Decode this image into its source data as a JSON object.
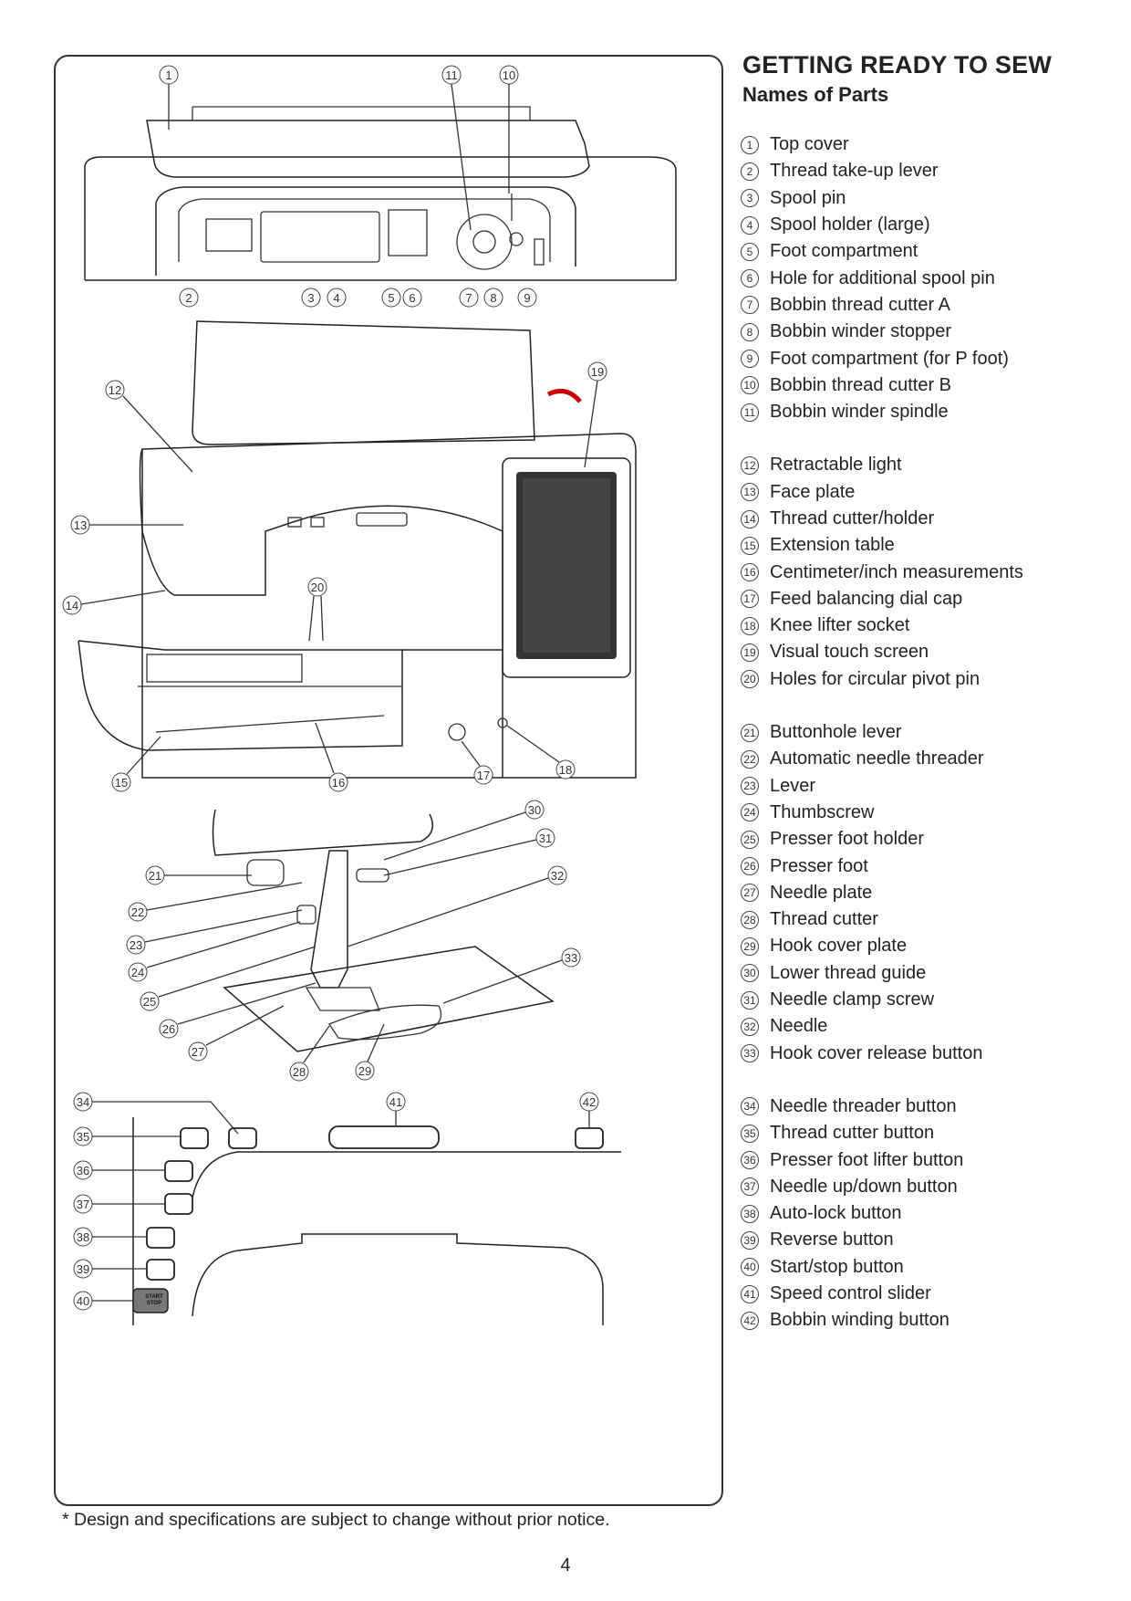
{
  "header": {
    "title": "GETTING READY TO SEW",
    "subtitle": "Names of Parts"
  },
  "parts_groups": [
    [
      {
        "num": "1",
        "name": "Top cover"
      },
      {
        "num": "2",
        "name": "Thread take-up lever"
      },
      {
        "num": "3",
        "name": "Spool pin"
      },
      {
        "num": "4",
        "name": "Spool holder (large)"
      },
      {
        "num": "5",
        "name": "Foot compartment"
      },
      {
        "num": "6",
        "name": "Hole for additional spool pin"
      },
      {
        "num": "7",
        "name": "Bobbin thread cutter A"
      },
      {
        "num": "8",
        "name": "Bobbin winder stopper"
      },
      {
        "num": "9",
        "name": "Foot compartment (for P foot)"
      },
      {
        "num": "10",
        "name": "Bobbin thread cutter B"
      },
      {
        "num": "11",
        "name": "Bobbin winder spindle"
      }
    ],
    [
      {
        "num": "12",
        "name": "Retractable light"
      },
      {
        "num": "13",
        "name": "Face plate"
      },
      {
        "num": "14",
        "name": "Thread cutter/holder"
      },
      {
        "num": "15",
        "name": "Extension table"
      },
      {
        "num": "16",
        "name": "Centimeter/inch measurements"
      },
      {
        "num": "17",
        "name": "Feed balancing dial cap"
      },
      {
        "num": "18",
        "name": "Knee lifter socket"
      },
      {
        "num": "19",
        "name": "Visual touch screen"
      },
      {
        "num": "20",
        "name": "Holes for circular pivot pin"
      }
    ],
    [
      {
        "num": "21",
        "name": "Buttonhole lever"
      },
      {
        "num": "22",
        "name": "Automatic needle threader"
      },
      {
        "num": "23",
        "name": "Lever"
      },
      {
        "num": "24",
        "name": "Thumbscrew"
      },
      {
        "num": "25",
        "name": "Presser foot holder"
      },
      {
        "num": "26",
        "name": "Presser foot"
      },
      {
        "num": "27",
        "name": "Needle plate"
      },
      {
        "num": "28",
        "name": "Thread cutter"
      },
      {
        "num": "29",
        "name": "Hook cover plate"
      },
      {
        "num": "30",
        "name": "Lower thread guide"
      },
      {
        "num": "31",
        "name": "Needle clamp screw"
      },
      {
        "num": "32",
        "name": "Needle"
      },
      {
        "num": "33",
        "name": "Hook cover release button"
      }
    ],
    [
      {
        "num": "34",
        "name": "Needle threader button"
      },
      {
        "num": "35",
        "name": "Thread cutter button"
      },
      {
        "num": "36",
        "name": "Presser foot lifter button"
      },
      {
        "num": "37",
        "name": "Needle up/down button"
      },
      {
        "num": "38",
        "name": "Auto-lock button"
      },
      {
        "num": "39",
        "name": "Reverse button"
      },
      {
        "num": "40",
        "name": "Start/stop button"
      },
      {
        "num": "41",
        "name": "Speed control slider"
      },
      {
        "num": "42",
        "name": "Bobbin winding button"
      }
    ]
  ],
  "start_stop_label": [
    "START",
    "STOP"
  ],
  "footnote": "* Design and specifications are subject to change without prior notice.",
  "page_number": "4"
}
